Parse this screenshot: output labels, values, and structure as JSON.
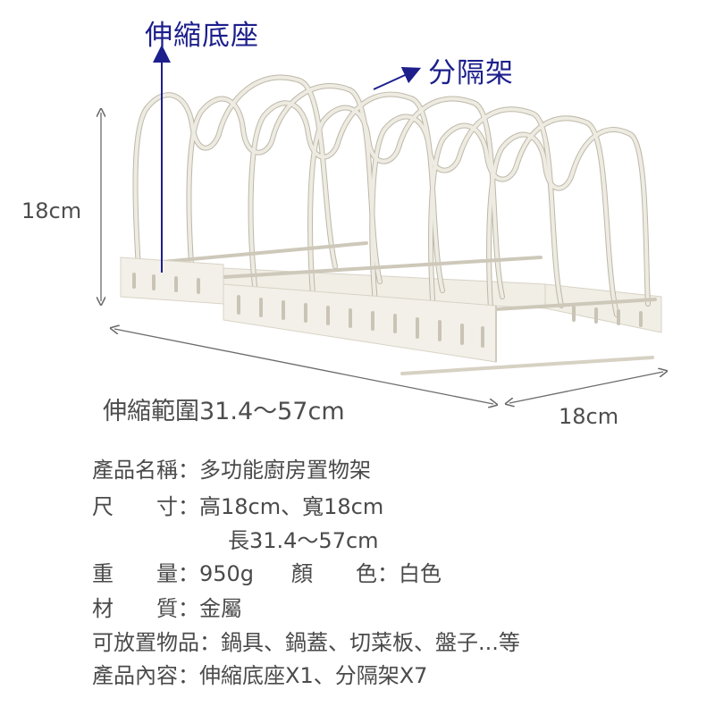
{
  "callouts": {
    "base_label": "伸縮底座",
    "divider_label": "分隔架",
    "arrow_color": "#1c1f8c"
  },
  "dimensions": {
    "height": "18cm",
    "length_range": "伸縮範圍31.4～57cm",
    "depth": "18cm"
  },
  "specs": [
    {
      "key": "產品名稱",
      "sep": "：",
      "value": "多功能廚房置物架"
    },
    {
      "key": "尺　　寸",
      "sep": "：",
      "value": "高18cm、寬18cm"
    },
    {
      "key": "",
      "sep": "",
      "value": "長31.4～57cm"
    },
    {
      "key": "重　　量",
      "sep": "：",
      "value": "950g",
      "key2": "顏　　色",
      "sep2": "：",
      "value2": "白色"
    },
    {
      "key": "材　　質",
      "sep": "：",
      "value": "金屬"
    },
    {
      "key": "可放置物品",
      "sep": "：",
      "value": "鍋具、鍋蓋、切菜板、盤子...等"
    },
    {
      "key": "產品內容",
      "sep": "：",
      "value": "伸縮底座X1、分隔架X7"
    }
  ],
  "colors": {
    "rack_wire": "#e6e2d6",
    "rack_shadow": "#bdb8a8",
    "dimension_line": "#6b6b6b"
  }
}
